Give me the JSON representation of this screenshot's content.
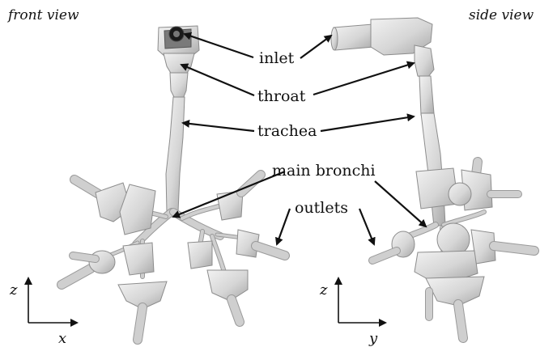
{
  "views": {
    "front": "front view",
    "side": "side view"
  },
  "labels": {
    "inlet": "inlet",
    "throat": "throat",
    "trachea": "trachea",
    "main_bronchi": "main bronchi",
    "outlets": "outlets"
  },
  "axes": {
    "front": {
      "vertical": "z",
      "horizontal": "x"
    },
    "side": {
      "vertical": "z",
      "horizontal": "y"
    }
  },
  "colors": {
    "model_fill": "#d9d9d9",
    "model_edge": "#8c8c8c",
    "text_and_arrows": "#111111",
    "background": "#ffffff"
  }
}
